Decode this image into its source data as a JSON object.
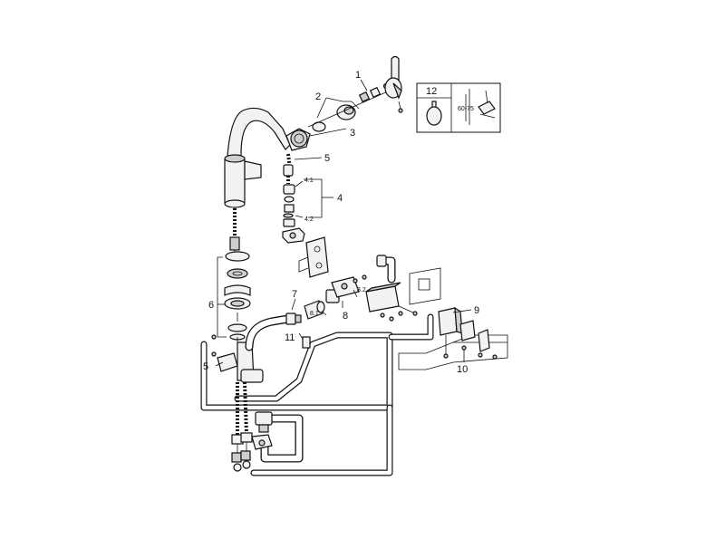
{
  "labels": {
    "p1": "1",
    "p2": "2",
    "p3": "3",
    "p4": "4",
    "p4_1": "4.1",
    "p4_2": "4.2",
    "p5_top": "5",
    "p5_bottom": "5",
    "p6": "6",
    "p7": "7",
    "p8": "8",
    "p8_1": "8.1",
    "p8_2": "8.2",
    "p9": "9",
    "p10": "10",
    "p11": "11"
  },
  "inset": {
    "number": "12",
    "dimension": "60-75"
  }
}
